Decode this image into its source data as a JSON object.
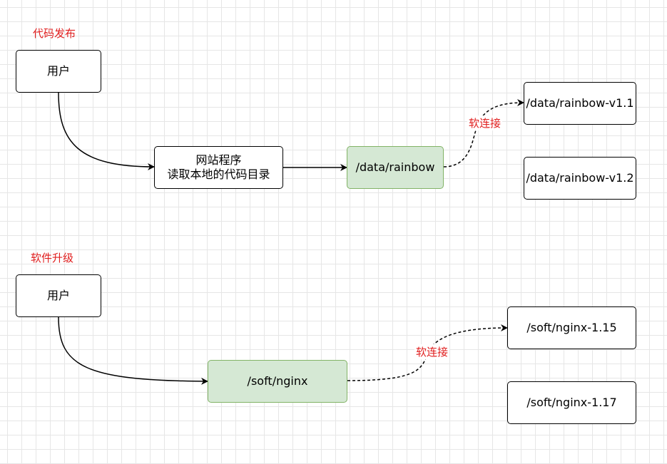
{
  "section1": {
    "title": "代码发布",
    "user_label": "用户",
    "program_line1": "网站程序",
    "program_line2": "读取本地的代码目录",
    "link_label": "/data/rainbow",
    "edge_label": "软连接",
    "version1": "/data/rainbow-v1.1",
    "version2": "/data/rainbow-v1.2"
  },
  "section2": {
    "title": "软件升级",
    "user_label": "用户",
    "link_label": "/soft/nginx",
    "edge_label": "软连接",
    "version1": "/soft/nginx-1.15",
    "version2": "/soft/nginx-1.17"
  },
  "colors": {
    "title_red": "#e01e1e",
    "green_fill": "#d5e8d4",
    "green_stroke": "#82b366"
  }
}
